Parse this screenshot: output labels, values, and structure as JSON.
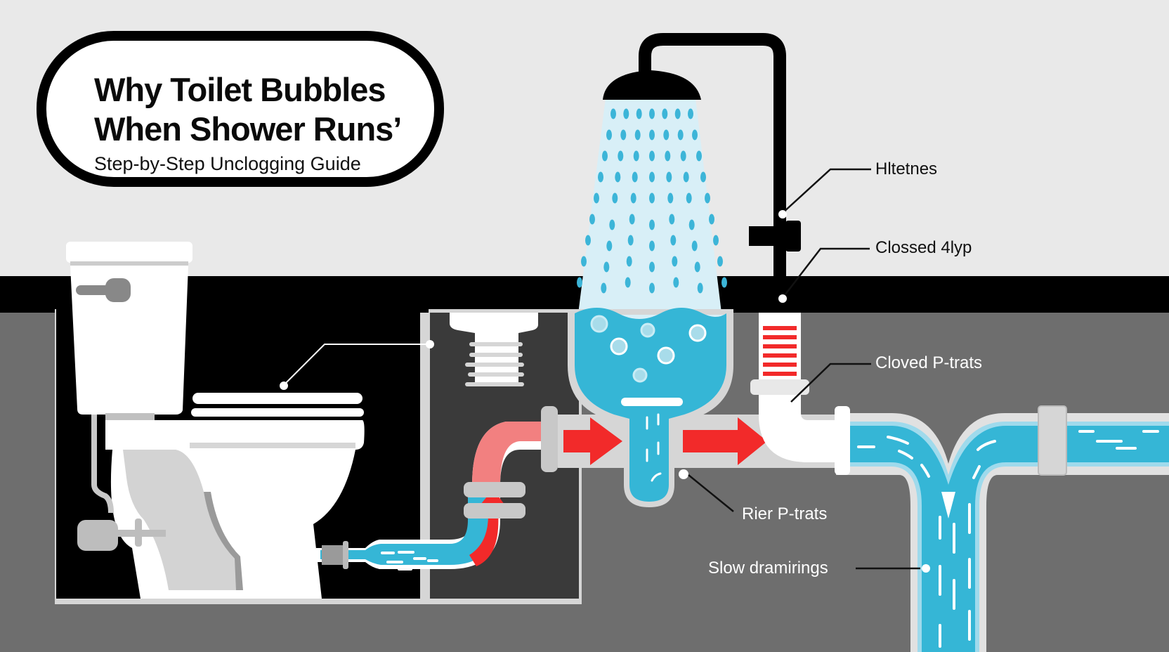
{
  "title_card": {
    "title_line_1": "Why Toilet Bubbles",
    "title_line_2": "When Shower Runs’",
    "subtitle": "Step-by-Step Unclogging Guide"
  },
  "callouts": [
    {
      "id": "vent-valve",
      "label": "Hltetnes",
      "theme": "dark"
    },
    {
      "id": "closed-trap",
      "label": "Clossed 4lyp",
      "theme": "dark"
    },
    {
      "id": "clogged-p-trap",
      "label": "Cloved P-trats",
      "theme": "light"
    },
    {
      "id": "riser-p-trap",
      "label": "Rier P-trats",
      "theme": "light"
    },
    {
      "id": "slow-draining",
      "label": "Slow dramirings",
      "theme": "light"
    }
  ],
  "elements": {
    "toilet": "toilet",
    "shower_head": "shower-head",
    "shower_spray": "water-spray",
    "shower_basin": "shower-drain-basin-with-bubbles",
    "vent_stack": "vent-pipe-with-valve",
    "flow_arrows": [
      "air-pressure-arrow",
      "air-pressure-arrow",
      "backflow-arrow"
    ],
    "main_drain": "y-junction-main-drain"
  },
  "colors": {
    "background_light": "#e9e9e9",
    "wall_black": "#000000",
    "floor_dark": "#3a3a3a",
    "floor_gray": "#6e6e6e",
    "pipe_light": "#d6d6d6",
    "water_blue": "#35b6d6",
    "water_light": "#d8eff7",
    "drop_blue": "#3cb5d8",
    "arrow_red": "#f22a2a",
    "pipe_pink": "#f27f80",
    "white": "#ffffff"
  }
}
